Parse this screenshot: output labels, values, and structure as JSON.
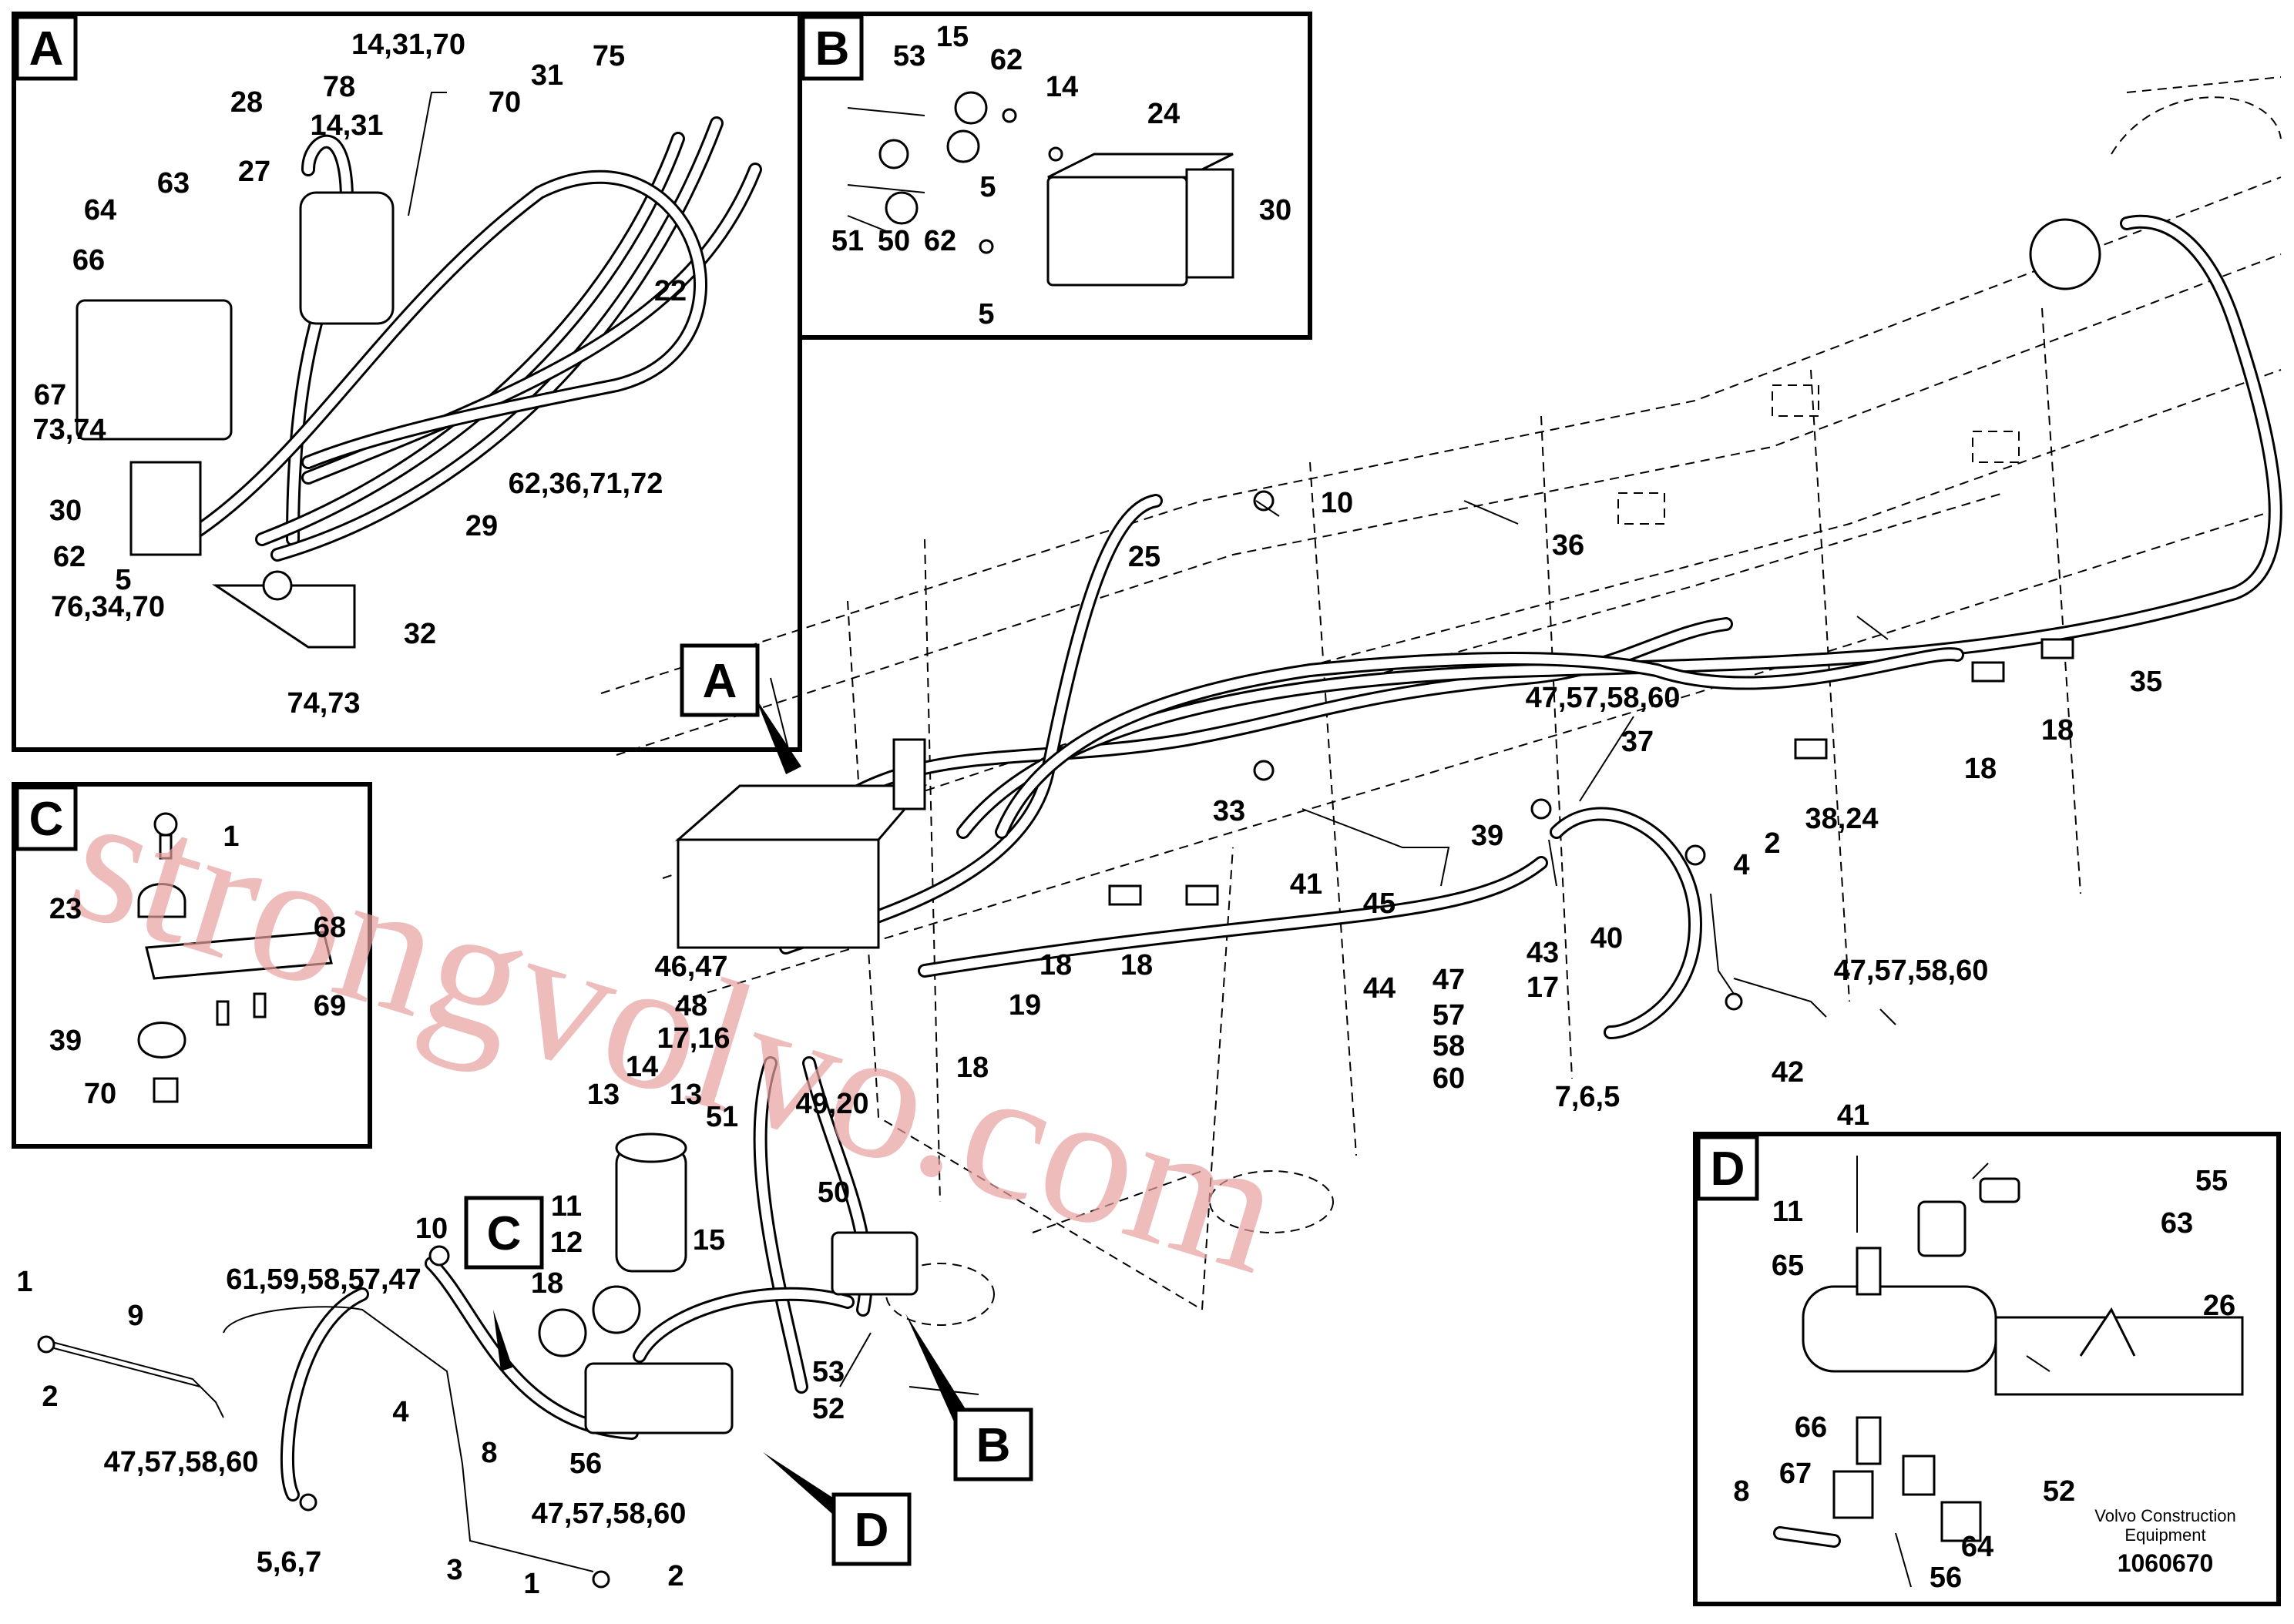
{
  "panels": {
    "A": {
      "letter": "A",
      "labels": [
        "14,31,70",
        "78",
        "14,31",
        "70",
        "31",
        "75",
        "28",
        "27",
        "63",
        "64",
        "66",
        "22",
        "67",
        "73,74",
        "62,36,71,72",
        "30",
        "29",
        "62",
        "5",
        "76,34,70",
        "32",
        "74,73"
      ]
    },
    "B": {
      "letter": "B",
      "labels": [
        "53",
        "15",
        "62",
        "14",
        "24",
        "5",
        "30",
        "51",
        "50",
        "62",
        "5"
      ]
    },
    "C": {
      "letter": "C",
      "labels": [
        "1",
        "23",
        "68",
        "69",
        "39",
        "70"
      ]
    },
    "D": {
      "letter": "D",
      "labels": [
        "11",
        "55",
        "63",
        "65",
        "26",
        "66",
        "67",
        "8",
        "64",
        "52",
        "56"
      ]
    }
  },
  "main_labels": [
    "10",
    "25",
    "36",
    "35",
    "18",
    "18",
    "47,57,58,60",
    "37",
    "38,24",
    "33",
    "39",
    "2",
    "4",
    "41",
    "45",
    "47",
    "57",
    "58",
    "60",
    "43",
    "17",
    "40",
    "44",
    "18",
    "18",
    "46,47",
    "48",
    "19",
    "18",
    "17,16",
    "49,20",
    "7,6,5",
    "47,57,58,60",
    "42",
    "41",
    "14",
    "13",
    "13",
    "51",
    "50",
    "11",
    "12",
    "15",
    "10",
    "61,59,58,57,47",
    "18",
    "1",
    "9",
    "2",
    "4",
    "8",
    "56",
    "53",
    "52",
    "47,57,58,60",
    "5,6,7",
    "47,57,58,60",
    "3",
    "1",
    "2"
  ],
  "callouts": {
    "A": "A",
    "B": "B",
    "C": "C",
    "D": "D"
  },
  "footer": {
    "brand_line1": "Volvo Construction",
    "brand_line2": "Equipment",
    "drawing_no": "1060670"
  },
  "watermark": "strongvolvo.com"
}
